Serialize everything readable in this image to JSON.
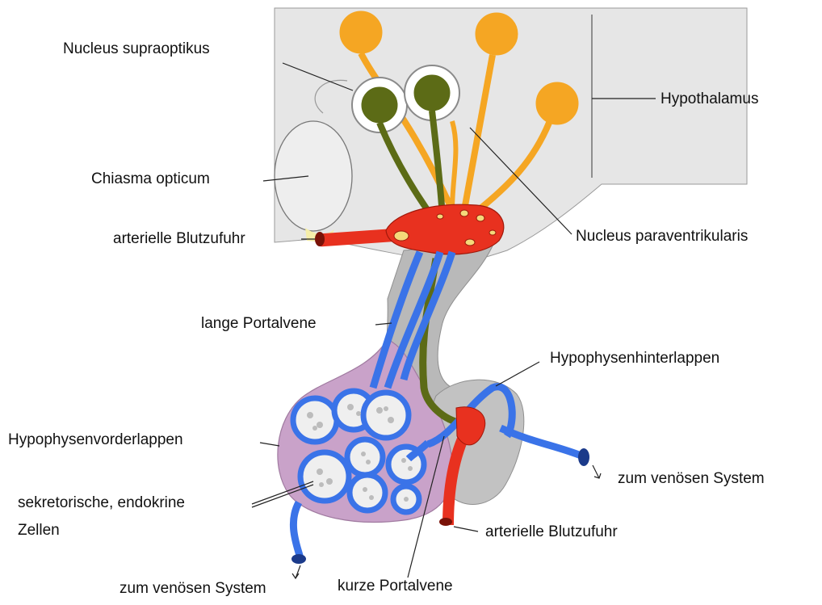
{
  "labels": {
    "nucleus_supraopticus": "Nucleus supraoptikus",
    "hypothalamus": "Hypothalamus",
    "chiasma_opticum": "Chiasma opticum",
    "arterielle_blutzufuhr_top": "arterielle Blutzufuhr",
    "nucleus_paraventrikularis": "Nucleus paraventrikularis",
    "lange_portalvene": "lange Portalvene",
    "hypophysenhinterlappen": "Hypophysenhinterlappen",
    "hypophysenvorderlappen": "Hypophysenvorderlappen",
    "zum_venoesen_system_right": "zum venösen System",
    "sekretorische_line1": "sekretorische, endokrine",
    "sekretorische_line2": "Zellen",
    "arterielle_blutzufuhr_bottom": "arterielle Blutzufuhr",
    "zum_venoesen_system_bottom": "zum venösen System",
    "kurze_portalvene": "kurze Portalvene"
  },
  "colors": {
    "hypothalamus_gray": "#e6e6e6",
    "stalk_gray": "#b9b9b9",
    "neuron_orange": "#f5a623",
    "neuron_olive": "#5c6b16",
    "artery_red": "#e8311f",
    "vein_blue": "#3a73e8",
    "anterior_pink": "#c9a2c9"
  }
}
